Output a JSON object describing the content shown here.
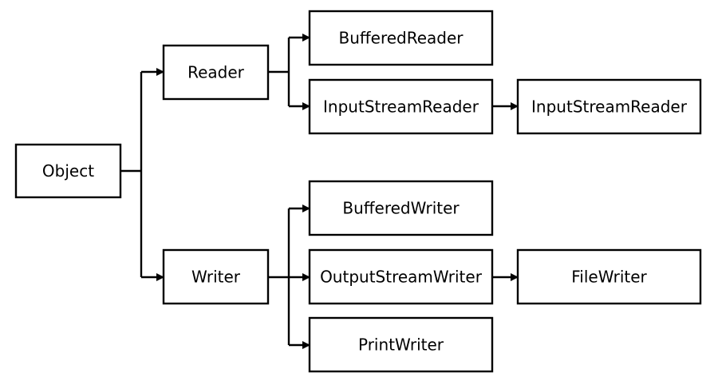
{
  "diagram": {
    "nodes": {
      "object": "Object",
      "reader": "Reader",
      "writer": "Writer",
      "buffered_reader": "BufferedReader",
      "input_stream_reader": "InputStreamReader",
      "input_stream_reader_child": "InputStreamReader",
      "buffered_writer": "BufferedWriter",
      "output_stream_writer": "OutputStreamWriter",
      "file_writer": "FileWriter",
      "print_writer": "PrintWriter"
    },
    "edges": [
      {
        "from": "object",
        "to": "reader"
      },
      {
        "from": "object",
        "to": "writer"
      },
      {
        "from": "reader",
        "to": "buffered_reader"
      },
      {
        "from": "reader",
        "to": "input_stream_reader"
      },
      {
        "from": "input_stream_reader",
        "to": "input_stream_reader_child"
      },
      {
        "from": "writer",
        "to": "buffered_writer"
      },
      {
        "from": "writer",
        "to": "output_stream_writer"
      },
      {
        "from": "writer",
        "to": "print_writer"
      },
      {
        "from": "output_stream_writer",
        "to": "file_writer"
      }
    ],
    "colors": {
      "line": "#000000",
      "box_fill": "#ffffff",
      "text": "#000000"
    }
  }
}
